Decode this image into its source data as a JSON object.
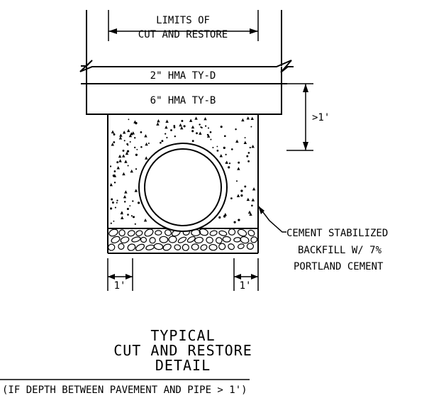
{
  "limits": {
    "line1": "LIMITS OF",
    "line2": "CUT AND RESTORE"
  },
  "layers": {
    "surface": "2\" HMA TY-D",
    "base": "6\" HMA TY-B"
  },
  "dimensions": {
    "depth": ">1'",
    "left_width": "1'",
    "right_width": "1'"
  },
  "callout": {
    "line1": "CEMENT STABILIZED",
    "line2": "BACKFILL W/ 7%",
    "line3": "PORTLAND CEMENT"
  },
  "title": {
    "line1": "TYPICAL",
    "line2": "CUT AND RESTORE",
    "line3": "DETAIL",
    "note": "(IF DEPTH BETWEEN PAVEMENT AND PIPE > 1')"
  },
  "colors": {
    "ink": "#000000",
    "paper": "#ffffff"
  }
}
